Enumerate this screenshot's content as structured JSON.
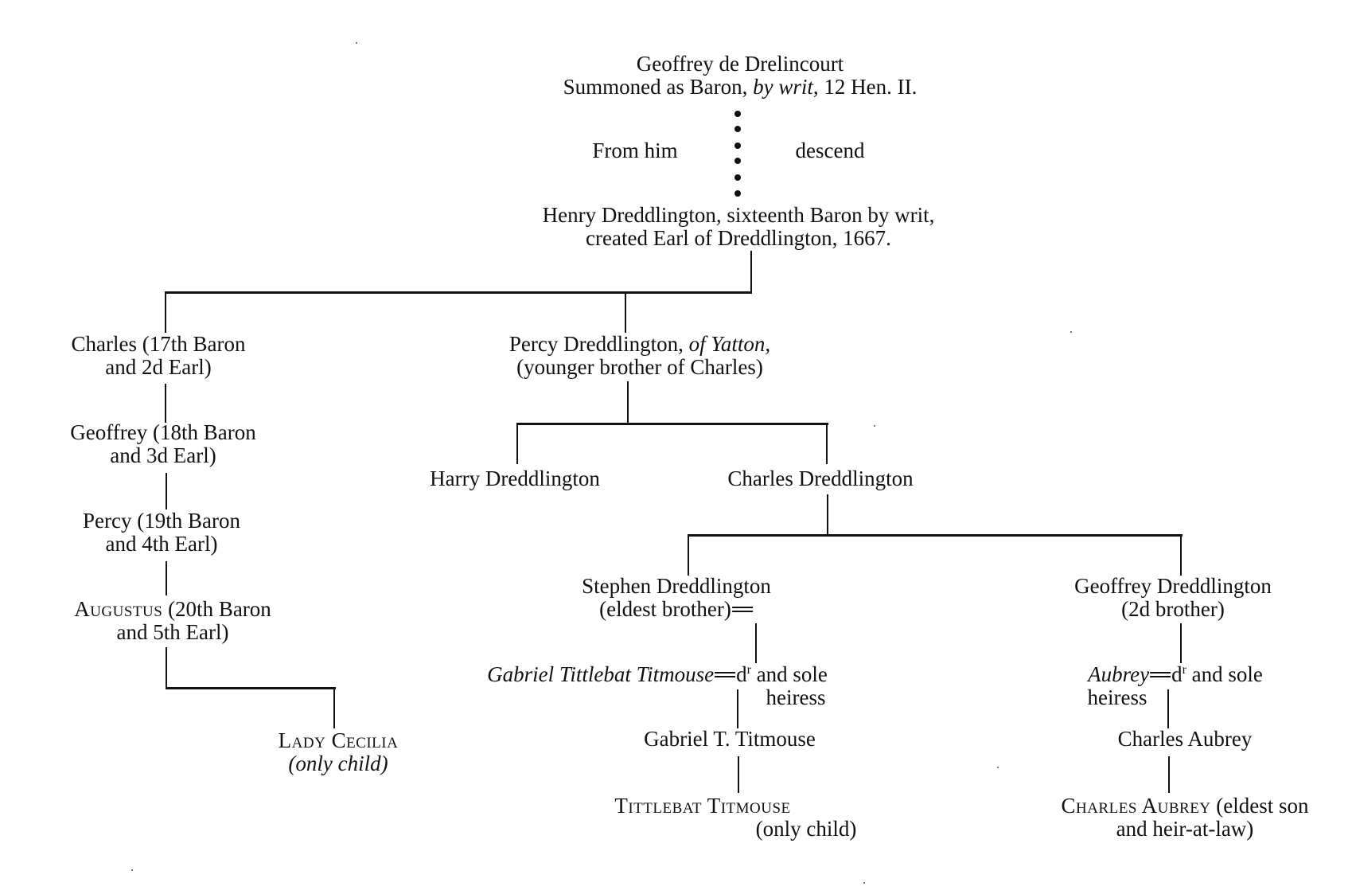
{
  "diagram": {
    "type": "genealogical-tree",
    "root": {
      "name": "Geoffrey de Drelincourt",
      "title_prefix": "Summoned as Baron, ",
      "title_italic": "by writ",
      "title_suffix": ", 12 Hen. II."
    },
    "descent": {
      "left_label": "From him",
      "right_label": "descend"
    },
    "henry": {
      "line1": "Henry Dreddlington, sixteenth Baron by writ,",
      "line2": "created Earl of Dreddlington, 1667."
    },
    "main_line": [
      {
        "line1": "Charles (17th Baron",
        "line2": "and 2d Earl)"
      },
      {
        "line1": "Geoffrey (18th Baron",
        "line2": "and 3d Earl)"
      },
      {
        "line1": "Percy (19th Baron",
        "line2": "and 4th Earl)"
      },
      {
        "name_sc": "Augustus",
        "line1_rest": " (20th Baron",
        "line2": "and 5th Earl)"
      }
    ],
    "lady_cecilia": {
      "name_sc": "Lady Cecilia",
      "note": "(only child)"
    },
    "percy_yatton": {
      "name": "Percy Dreddlington, ",
      "place_italic": "of Yatton,",
      "line2": "(younger brother of Charles)"
    },
    "percy_children": [
      {
        "name": "Harry Dreddlington"
      },
      {
        "name": "Charles Dreddlington"
      }
    ],
    "charles_children": {
      "stephen": {
        "line1": "Stephen Dreddlington",
        "line2": "(eldest brother)"
      },
      "geoffrey": {
        "line1": "Geoffrey Dreddlington",
        "line2": "(2d brother)"
      }
    },
    "stephen_line": {
      "spouse_italic": "Gabriel Tittlebat Titmouse",
      "daughter_abbr": "d",
      "daughter_sup": "r",
      "daughter_rest": " and sole",
      "daughter_line2": "heiress",
      "son": "Gabriel T. Titmouse",
      "heir_sc": "Tittlebat Titmouse",
      "heir_note": "(only child)"
    },
    "geoffrey_line": {
      "spouse_italic": "Aubrey",
      "daughter_abbr": "d",
      "daughter_sup": "r",
      "daughter_rest": " and sole",
      "daughter_line2": "heiress",
      "son": "Charles Aubrey",
      "heir_sc": "Charles Aubrey",
      "heir_rest": " (eldest son",
      "heir_line2": "and heir-at-law)"
    }
  }
}
